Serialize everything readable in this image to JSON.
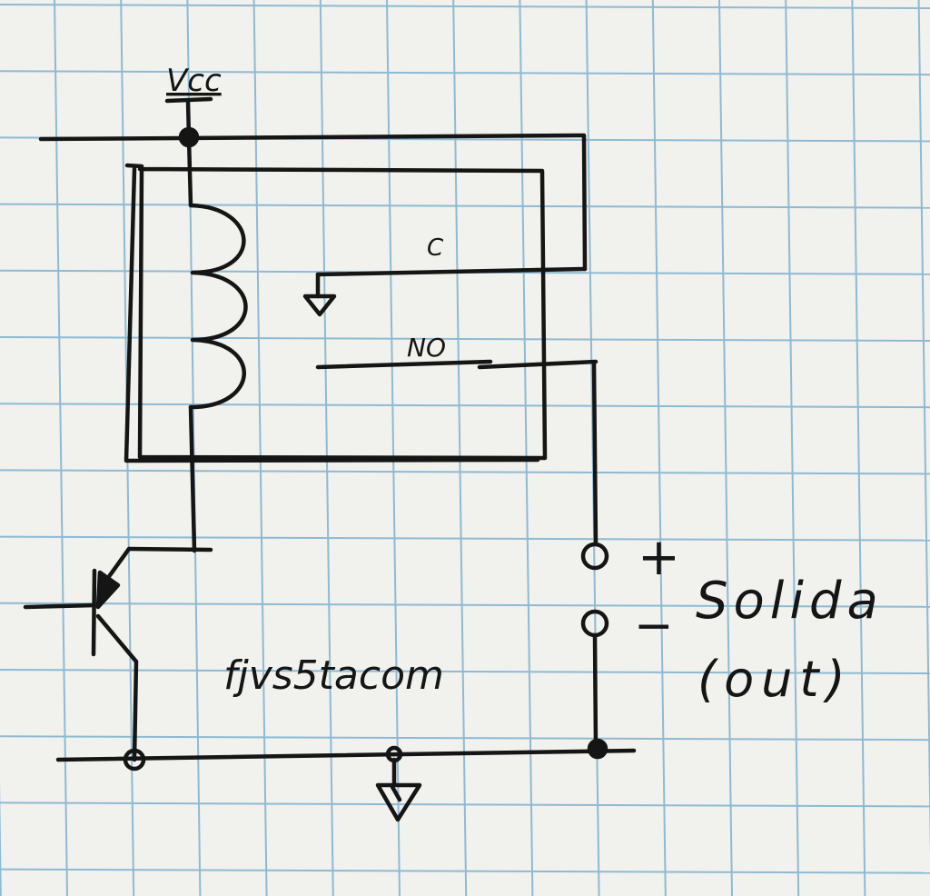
{
  "paper": {
    "background": "#f1f1ee",
    "grid_color": "#6ea8c9",
    "ink_color": "#151515"
  },
  "labels": {
    "vcc": "Vcc",
    "common": "C",
    "normally_open": "NO",
    "plus": "+",
    "minus": "−",
    "transistor_note": "fjvs5tacom",
    "output_title": "Solida",
    "output_sub": "(out)"
  },
  "components": {
    "relay_coil": "coil-symbol",
    "transistor": "pnp-transistor-symbol",
    "ground": "ground-symbol",
    "terminals": "terminal-circle-symbol"
  }
}
